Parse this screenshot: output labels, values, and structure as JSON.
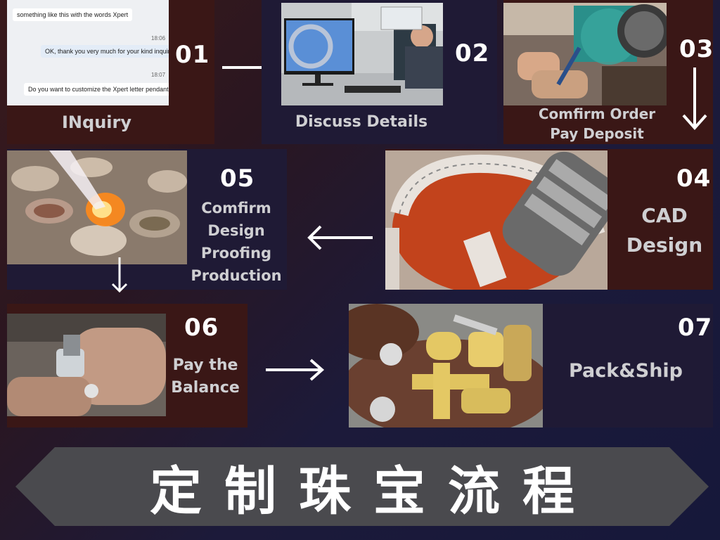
{
  "steps": [
    {
      "num": "01",
      "label": "INquiry"
    },
    {
      "num": "02",
      "label": "Discuss Details"
    },
    {
      "num": "03",
      "label_line1": "Comfirm Order",
      "label_line2": "Pay Deposit"
    },
    {
      "num": "04",
      "label_line1": "CAD",
      "label_line2": "Design"
    },
    {
      "num": "05",
      "label_line1": "Comfirm",
      "label_line2": "Design",
      "label_line3": "Proofing",
      "label_line4": "Production"
    },
    {
      "num": "06",
      "label_line1": "Pay the",
      "label_line2": "Balance"
    },
    {
      "num": "07",
      "label": "Pack&Ship"
    }
  ],
  "chat": {
    "msg1": "something like this with the words Xpert",
    "time1": "18:06",
    "msg2": "OK, thank you very much for your kind inquiry.",
    "time2": "18:07",
    "msg3": "Do you want to customize the Xpert letter pendant?"
  },
  "title": "定制珠宝流程",
  "colors": {
    "panel_brown": "#3a1716",
    "panel_navy": "#1f1a35",
    "label_gray": "#cfcfd2",
    "text_white": "#ffffff"
  }
}
